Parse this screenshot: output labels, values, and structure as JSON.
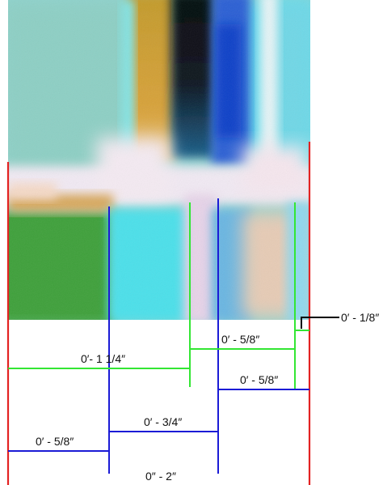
{
  "colors": {
    "red_line": "#e32222",
    "blue_line": "#1b1bd6",
    "green_line": "#33e633",
    "black_line": "#000000",
    "text": "#111111"
  },
  "photo": {
    "description_icon": "thermal-photo"
  },
  "dimensions": {
    "overall": "0″ - 2″",
    "left_blue": "0′ - 5/8″",
    "middle_blue": "0′ - 3/4″",
    "right_blue": "0′ - 5/8″",
    "left_green": "0′- 1 1/4″",
    "right_green": "0′ - 5/8″",
    "callout": "0′ - 1/8″"
  }
}
